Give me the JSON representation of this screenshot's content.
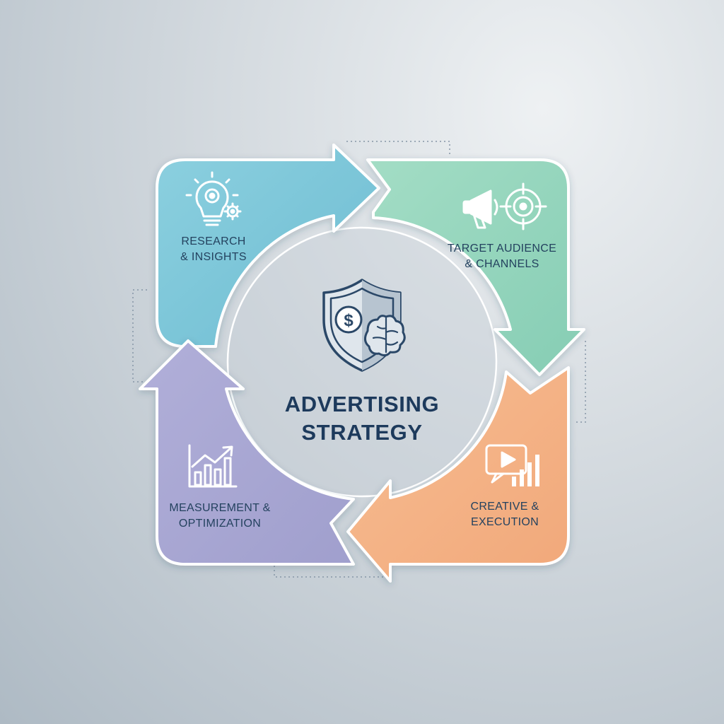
{
  "title": {
    "line1": "ADVERTISING",
    "line2": "STRATEGY"
  },
  "center_icon": "shield-dollar-brain-icon",
  "segments": [
    {
      "id": "research",
      "line1": "RESEARCH",
      "line2": "& INSIGHTS",
      "icon": "lightbulb-gears-icon",
      "color": "#7fc6d8"
    },
    {
      "id": "target",
      "line1": "TARGET AUDIENCE",
      "line2": "& CHANNELS",
      "icon": "megaphone-target-icon",
      "color": "#94d6bd"
    },
    {
      "id": "creative",
      "line1": "CREATIVE &",
      "line2": "EXECUTION",
      "icon": "video-chart-icon",
      "color": "#f4b285"
    },
    {
      "id": "measurement",
      "line1": "MEASUREMENT &",
      "line2": "OPTIMIZATION",
      "icon": "growth-chart-icon",
      "color": "#aaa9d4"
    }
  ],
  "colors": {
    "text": "#24425f",
    "title": "#1d3a5c",
    "icon_stroke": "#ffffff",
    "center_icon": "#2b4868"
  }
}
